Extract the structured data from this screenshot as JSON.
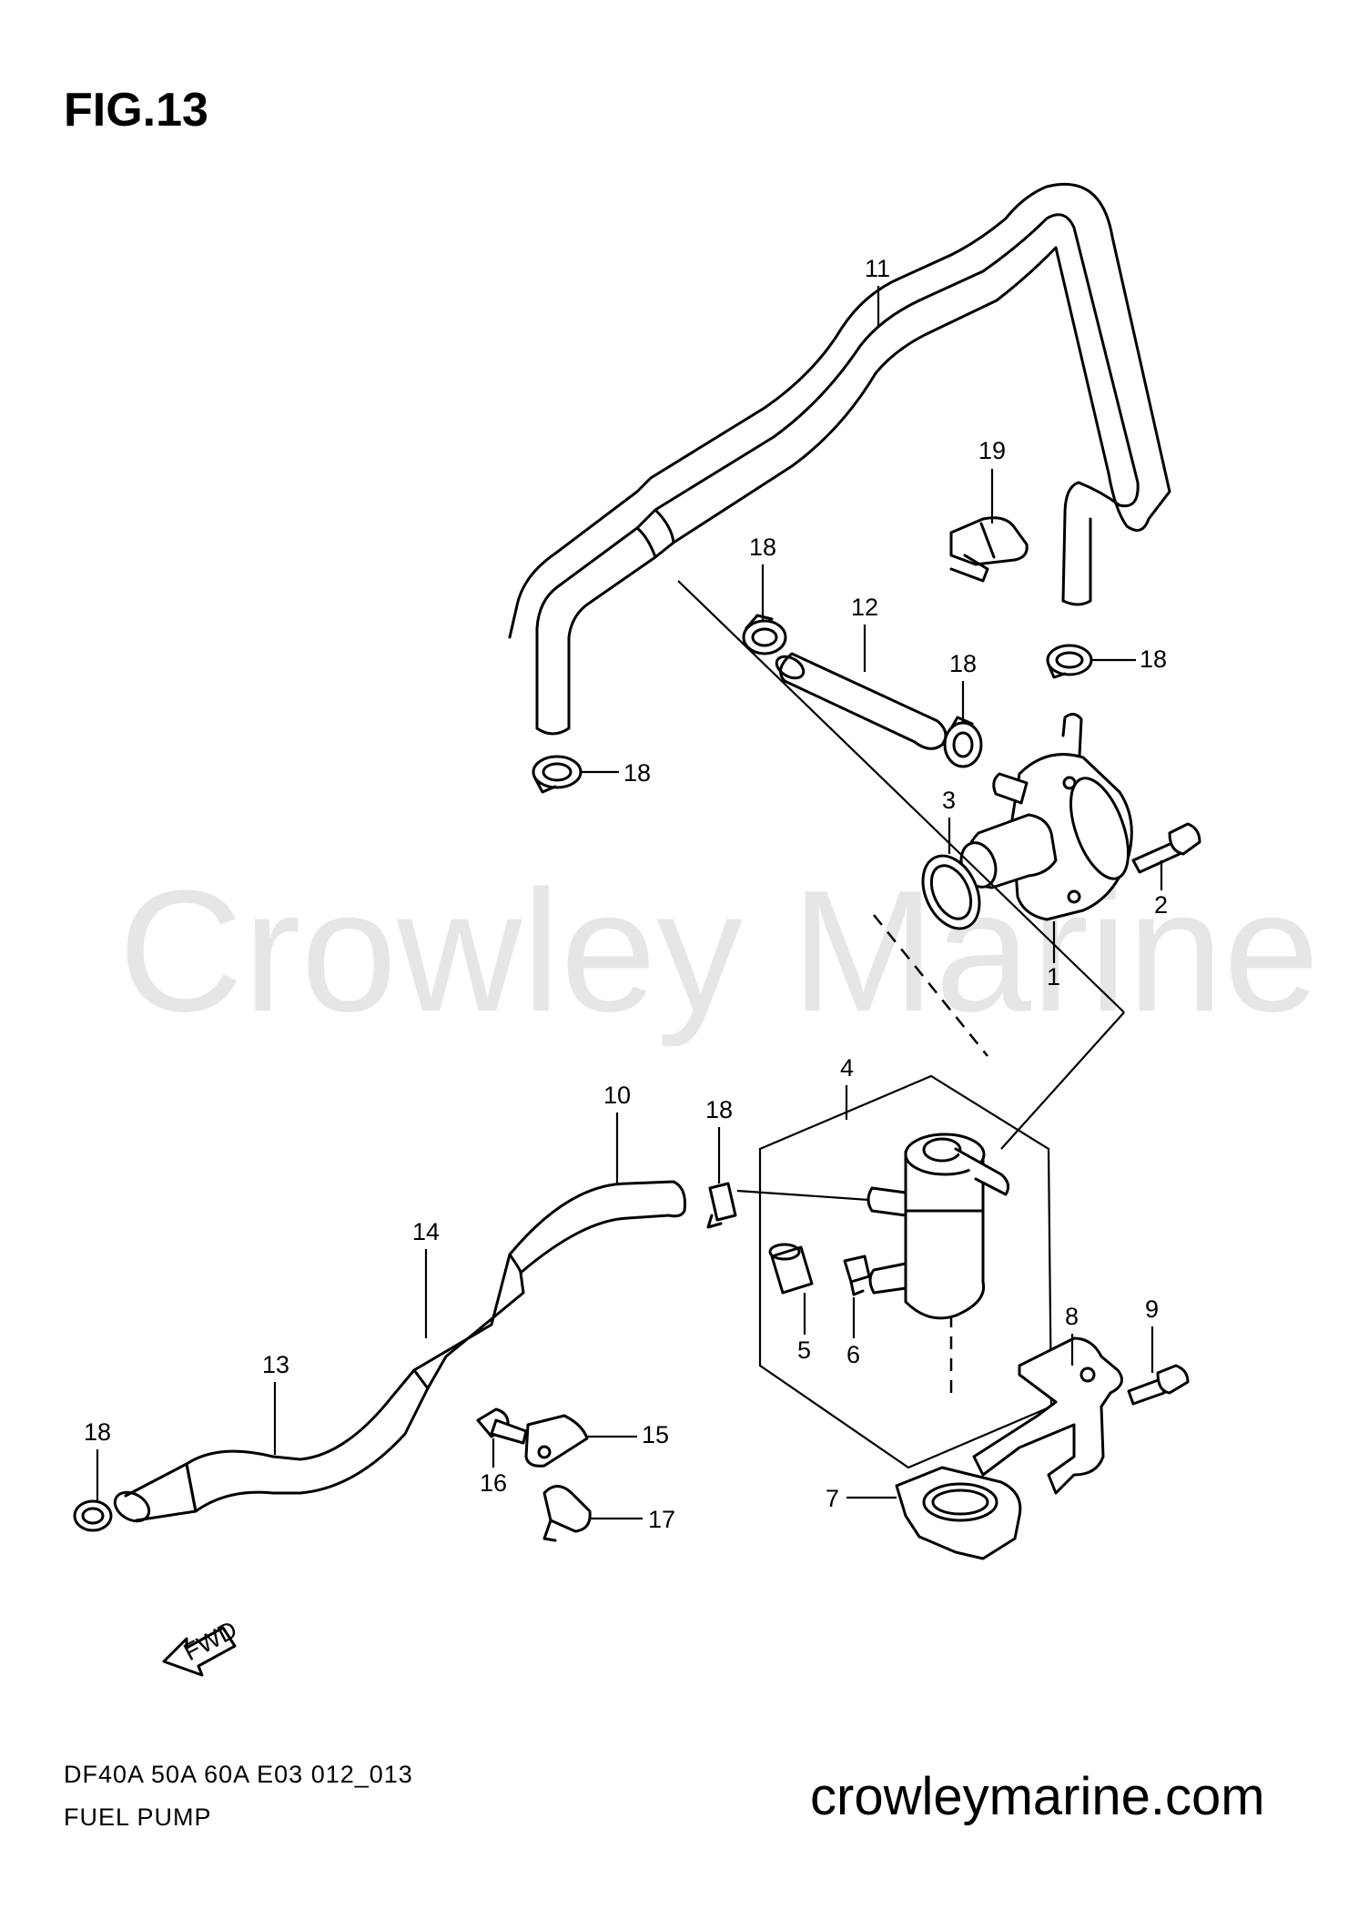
{
  "figure": {
    "title": "FIG.13"
  },
  "watermark": "Crowley Marine",
  "footer": {
    "model_code": "DF40A 50A 60A E03 012_013",
    "group_name": "FUEL PUMP",
    "website": "crowleymarine.com"
  },
  "fwd_marker": {
    "label": "FWD",
    "icon": "fwd-arrow-icon"
  },
  "callouts": [
    {
      "id": "c1",
      "label": "1"
    },
    {
      "id": "c2",
      "label": "2"
    },
    {
      "id": "c3",
      "label": "3"
    },
    {
      "id": "c4",
      "label": "4"
    },
    {
      "id": "c5",
      "label": "5"
    },
    {
      "id": "c6",
      "label": "6"
    },
    {
      "id": "c7",
      "label": "7"
    },
    {
      "id": "c8",
      "label": "8"
    },
    {
      "id": "c9",
      "label": "9"
    },
    {
      "id": "c10",
      "label": "10"
    },
    {
      "id": "c11",
      "label": "11"
    },
    {
      "id": "c12",
      "label": "12"
    },
    {
      "id": "c13",
      "label": "13"
    },
    {
      "id": "c14",
      "label": "14"
    },
    {
      "id": "c15",
      "label": "15"
    },
    {
      "id": "c16",
      "label": "16"
    },
    {
      "id": "c17",
      "label": "17"
    },
    {
      "id": "c18a",
      "label": "18"
    },
    {
      "id": "c18b",
      "label": "18"
    },
    {
      "id": "c18c",
      "label": "18"
    },
    {
      "id": "c18d",
      "label": "18"
    },
    {
      "id": "c18e",
      "label": "18"
    },
    {
      "id": "c18f",
      "label": "18"
    },
    {
      "id": "c19",
      "label": "19"
    }
  ]
}
